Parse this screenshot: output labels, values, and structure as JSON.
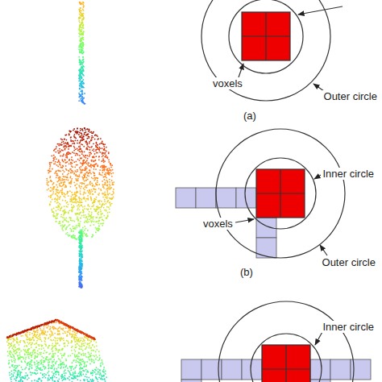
{
  "diagram": {
    "labels": [
      "voxels",
      "Outer circle",
      "(a)",
      "Inner circle",
      "voxels",
      "Outer circle",
      "(b)",
      "Inner circle"
    ]
  }
}
